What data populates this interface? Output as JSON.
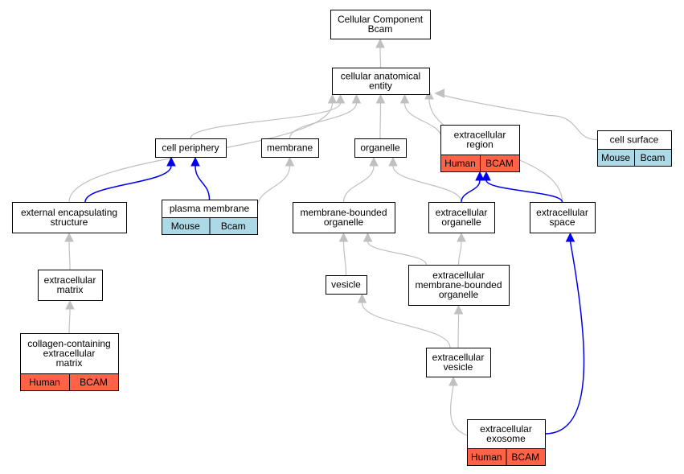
{
  "colors": {
    "human_badge": "#ff6347",
    "mouse_badge": "#add8e6",
    "edge_gray": "#c0c0c0",
    "edge_blue": "#0000ee"
  },
  "nodes": {
    "root": {
      "lines": [
        "Cellular Component",
        "Bcam"
      ]
    },
    "cae": {
      "lines": [
        "cellular anatomical",
        "entity"
      ]
    },
    "periphery": {
      "lines": [
        "cell periphery"
      ]
    },
    "membrane": {
      "lines": [
        "membrane"
      ]
    },
    "organelle": {
      "lines": [
        "organelle"
      ]
    },
    "ecregion": {
      "lines": [
        "extracellular",
        "region"
      ],
      "badge": [
        "Human",
        "BCAM"
      ]
    },
    "surface": {
      "lines": [
        "cell surface"
      ],
      "badge": [
        "Mouse",
        "Bcam"
      ]
    },
    "ext_encaps": {
      "lines": [
        "external encapsulating",
        "structure"
      ]
    },
    "plasma": {
      "lines": [
        "plasma membrane"
      ],
      "badge": [
        "Mouse",
        "Bcam"
      ]
    },
    "mbo": {
      "lines": [
        "membrane-bounded",
        "organelle"
      ]
    },
    "ec_org": {
      "lines": [
        "extracellular",
        "organelle"
      ]
    },
    "ec_space": {
      "lines": [
        "extracellular",
        "space"
      ]
    },
    "ecm": {
      "lines": [
        "extracellular",
        "matrix"
      ]
    },
    "vesicle": {
      "lines": [
        "vesicle"
      ]
    },
    "ec_mbo": {
      "lines": [
        "extracellular",
        "membrane-bounded",
        "organelle"
      ]
    },
    "collagen": {
      "lines": [
        "collagen-containing",
        "extracellular",
        "matrix"
      ],
      "badge": [
        "Human",
        "BCAM"
      ]
    },
    "ec_vesicle": {
      "lines": [
        "extracellular",
        "vesicle"
      ]
    },
    "exosome": {
      "lines": [
        "extracellular",
        "exosome"
      ],
      "badge": [
        "Human",
        "BCAM"
      ]
    }
  },
  "edges": [
    {
      "from": "cae",
      "to": "root",
      "color": "gray"
    },
    {
      "from": "periphery",
      "to": "cae",
      "color": "gray"
    },
    {
      "from": "membrane",
      "to": "cae",
      "color": "gray"
    },
    {
      "from": "organelle",
      "to": "cae",
      "color": "gray"
    },
    {
      "from": "ecregion",
      "to": "cae",
      "color": "gray"
    },
    {
      "from": "surface",
      "to": "cae",
      "color": "gray"
    },
    {
      "from": "ext_encaps",
      "to": "cae",
      "color": "gray"
    },
    {
      "from": "ec_space",
      "to": "cae",
      "color": "gray"
    },
    {
      "from": "ext_encaps",
      "to": "periphery",
      "color": "blue"
    },
    {
      "from": "plasma",
      "to": "periphery",
      "color": "blue"
    },
    {
      "from": "plasma",
      "to": "membrane",
      "color": "gray"
    },
    {
      "from": "mbo",
      "to": "organelle",
      "color": "gray"
    },
    {
      "from": "ec_org",
      "to": "organelle",
      "color": "gray"
    },
    {
      "from": "ec_org",
      "to": "ecregion",
      "color": "blue"
    },
    {
      "from": "ec_space",
      "to": "ecregion",
      "color": "blue"
    },
    {
      "from": "ecm",
      "to": "ext_encaps",
      "color": "gray"
    },
    {
      "from": "vesicle",
      "to": "mbo",
      "color": "gray"
    },
    {
      "from": "ec_mbo",
      "to": "mbo",
      "color": "gray"
    },
    {
      "from": "ec_mbo",
      "to": "ec_org",
      "color": "gray"
    },
    {
      "from": "collagen",
      "to": "ecm",
      "color": "gray"
    },
    {
      "from": "ec_vesicle",
      "to": "vesicle",
      "color": "gray"
    },
    {
      "from": "ec_vesicle",
      "to": "ec_mbo",
      "color": "gray"
    },
    {
      "from": "exosome",
      "to": "ec_vesicle",
      "color": "gray"
    },
    {
      "from": "exosome",
      "to": "ec_space",
      "color": "blue"
    }
  ]
}
